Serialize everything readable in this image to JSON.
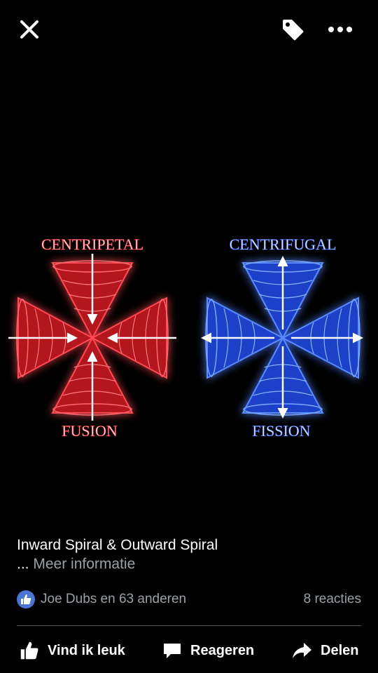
{
  "header": {
    "close_icon": "close-icon",
    "tag_icon": "tag-icon",
    "more_icon": "more-icon"
  },
  "image": {
    "left_title": "CENTRIPETAL",
    "left_subtitle": "FUSION",
    "right_title": "CENTRIFUGAL",
    "right_subtitle": "FISSION",
    "left_color": "#e0222b",
    "right_color": "#2a5cff"
  },
  "post": {
    "caption": "Inward Spiral & Outward Spiral",
    "more_dots": "...",
    "more_label": "Meer informatie"
  },
  "stats": {
    "likes_text": "Joe Dubs en 63 anderen",
    "comments_text": "8 reacties"
  },
  "actions": {
    "like_label": "Vind ik leuk",
    "comment_label": "Reageren",
    "share_label": "Delen"
  },
  "colors": {
    "background": "#000000",
    "like_badge": "#4a76d2",
    "secondary_text": "#9aa0a6"
  }
}
